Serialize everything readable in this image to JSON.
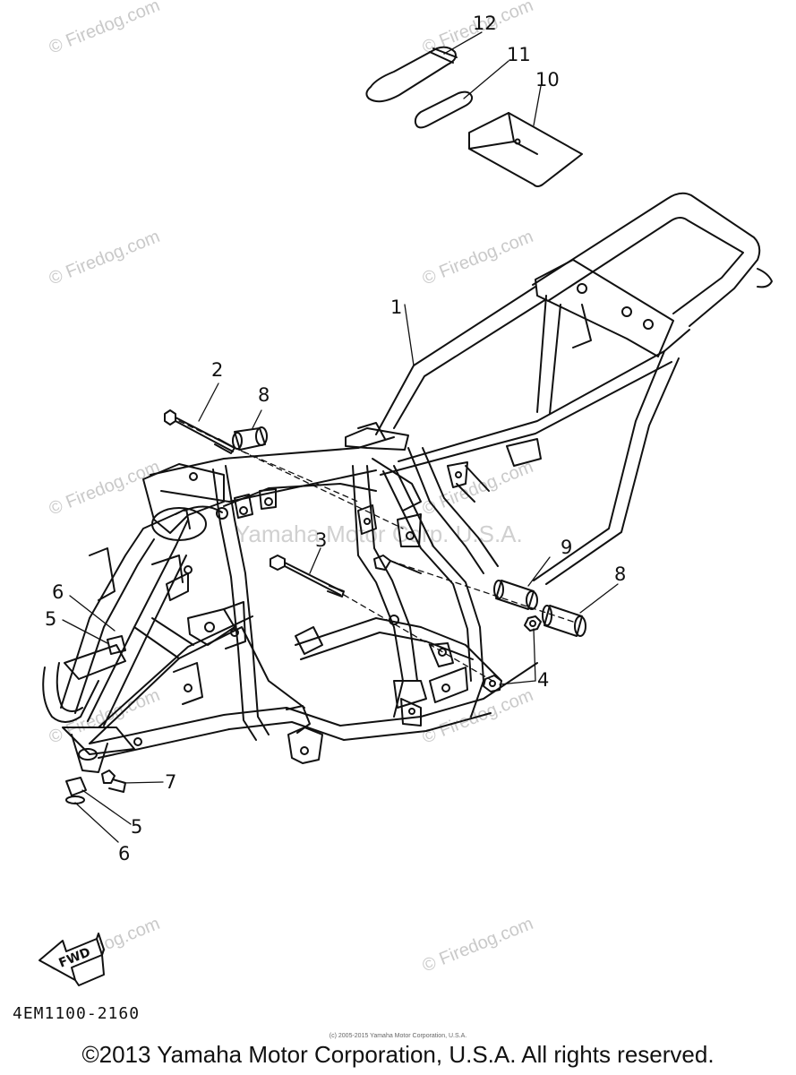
{
  "watermarks": {
    "site": "© Firedog.com",
    "owner": "Yamaha Motor Corp. U.S.A."
  },
  "callouts": {
    "c1": "1",
    "c2": "2",
    "c3": "3",
    "c4": "4",
    "c5a": "5",
    "c5b": "5",
    "c6a": "6",
    "c6b": "6",
    "c7": "7",
    "c8a": "8",
    "c8b": "8",
    "c9": "9",
    "c10": "10",
    "c11": "11",
    "c12": "12"
  },
  "fwd_label": "FWD",
  "diagram_code": "4EM1100-2160",
  "small_copyright": "(c) 2005-2015 Yamaha Motor Corporation, U.S.A.",
  "copyright": "©2013 Yamaha Motor Corporation, U.S.A. All rights reserved.",
  "colors": {
    "line": "#111111",
    "watermark": "#c9c9c9"
  }
}
